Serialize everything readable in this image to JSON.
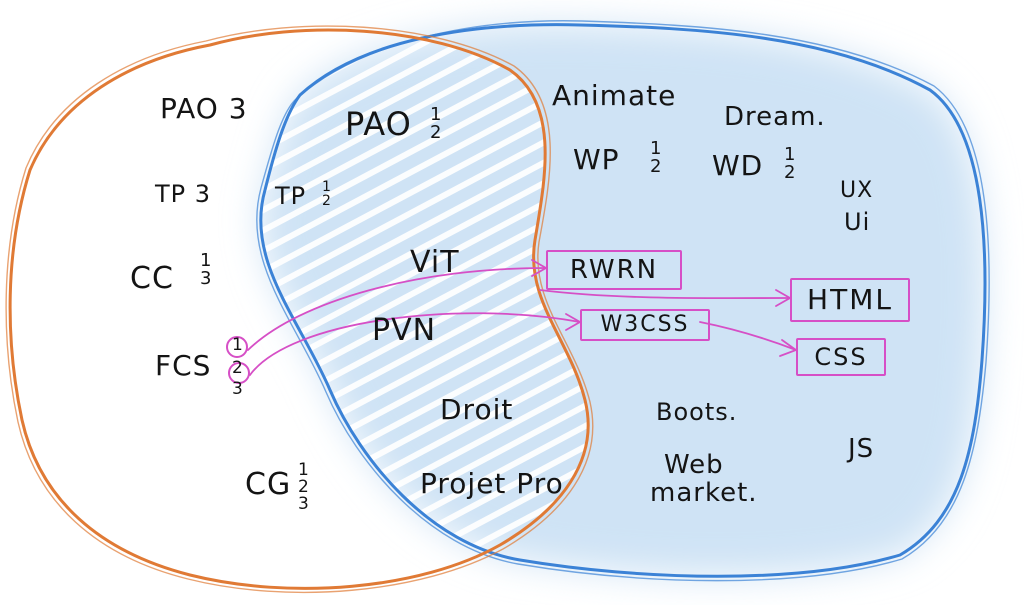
{
  "colors": {
    "left_set_stroke": "#e07a35",
    "right_set_stroke": "#3b82d6",
    "right_set_fill": "#cfe3f5",
    "hatch": "#ffffff",
    "arrow": "#d64fc6",
    "ink": "#141414"
  },
  "left_only": {
    "pao3": "PAO 3",
    "tp3": "TP 3",
    "cc": "CC",
    "cc_nums": [
      "1",
      "3"
    ],
    "fcs": "FCS",
    "fcs_nums": [
      "1",
      "2",
      "3"
    ],
    "cg": "CG",
    "cg_nums": [
      "1",
      "2",
      "3"
    ]
  },
  "intersection": {
    "pao": "PAO",
    "pao_nums": [
      "1",
      "2"
    ],
    "tp": "TP",
    "tp_nums": [
      "1",
      "2"
    ],
    "vit": "ViT",
    "pvn": "PVN",
    "droit": "Droit",
    "projet_pro": "Projet Pro"
  },
  "right_only": {
    "animate": "Animate",
    "dream": "Dream.",
    "wp": "WP",
    "wp_nums": [
      "1",
      "2"
    ],
    "wd": "WD",
    "wd_nums": [
      "1",
      "2"
    ],
    "ux": "UX",
    "ui": "Ui",
    "rwrn": "RWRN",
    "w3css": "W3CSS",
    "html": "HTML",
    "css": "CSS",
    "boots": "Boots.",
    "js": "JS",
    "web": "Web",
    "market": "market."
  }
}
